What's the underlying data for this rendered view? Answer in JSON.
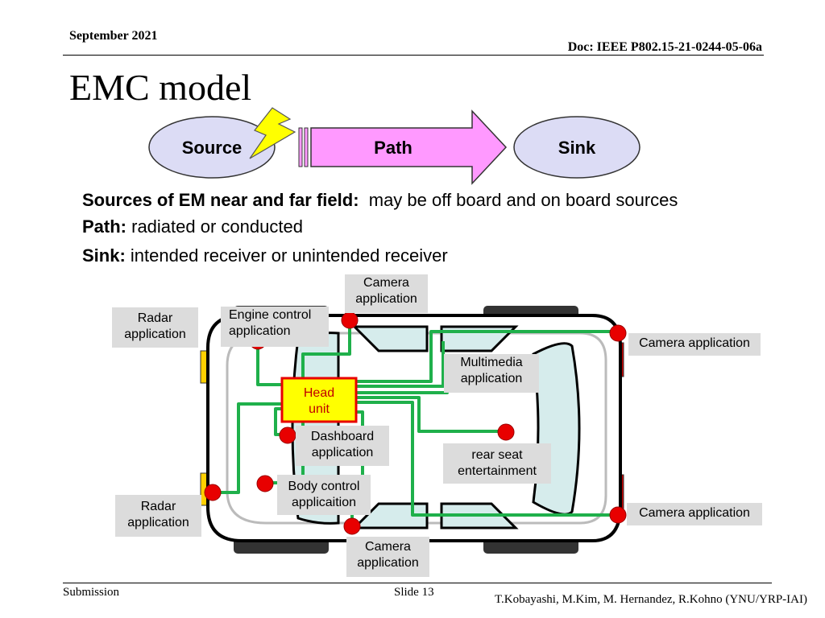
{
  "header": {
    "date": "September 2021",
    "doc": "Doc: IEEE P802.15-21-0244-05-06a"
  },
  "title": "EMC model",
  "flow": {
    "source": "Source",
    "path": "Path",
    "sink": "Sink"
  },
  "lines": [
    {
      "label": "Sources of EM near and far field:",
      "text": "may be off board and on board sources"
    },
    {
      "label": "Path:",
      "text": "radiated or conducted"
    },
    {
      "label": "Sink:",
      "text": "intended receiver or unintended receiver"
    }
  ],
  "car_labels": {
    "camera_top": [
      "Camera",
      "application"
    ],
    "radar_top": [
      "Radar",
      "application"
    ],
    "engine": [
      "Engine control",
      "application"
    ],
    "camera_right_top": "Camera application",
    "multimedia": [
      "Multimedia",
      "application"
    ],
    "head_unit": [
      "Head",
      "unit"
    ],
    "dashboard": [
      "Dashboard",
      "application"
    ],
    "rear_seat": [
      "rear seat",
      "entertainment"
    ],
    "body_control": [
      "Body control",
      "applicaition"
    ],
    "radar_bottom": [
      "Radar",
      "application"
    ],
    "camera_right_bottom": "Camera application",
    "camera_bottom": [
      "Camera",
      "application"
    ]
  },
  "colors": {
    "wire": "#1fb04b",
    "node": "#e80000",
    "path_arrow": "#ff99ff",
    "ellipse": "#dcdcf5",
    "head_unit": "#ffff00",
    "label_bg": "#dcdcdc"
  },
  "footer": {
    "submission": "Submission",
    "slide": "Slide 13",
    "authors": "T.Kobayashi, M.Kim, M. Hernandez, R.Kohno (YNU/YRP-IAI)"
  }
}
